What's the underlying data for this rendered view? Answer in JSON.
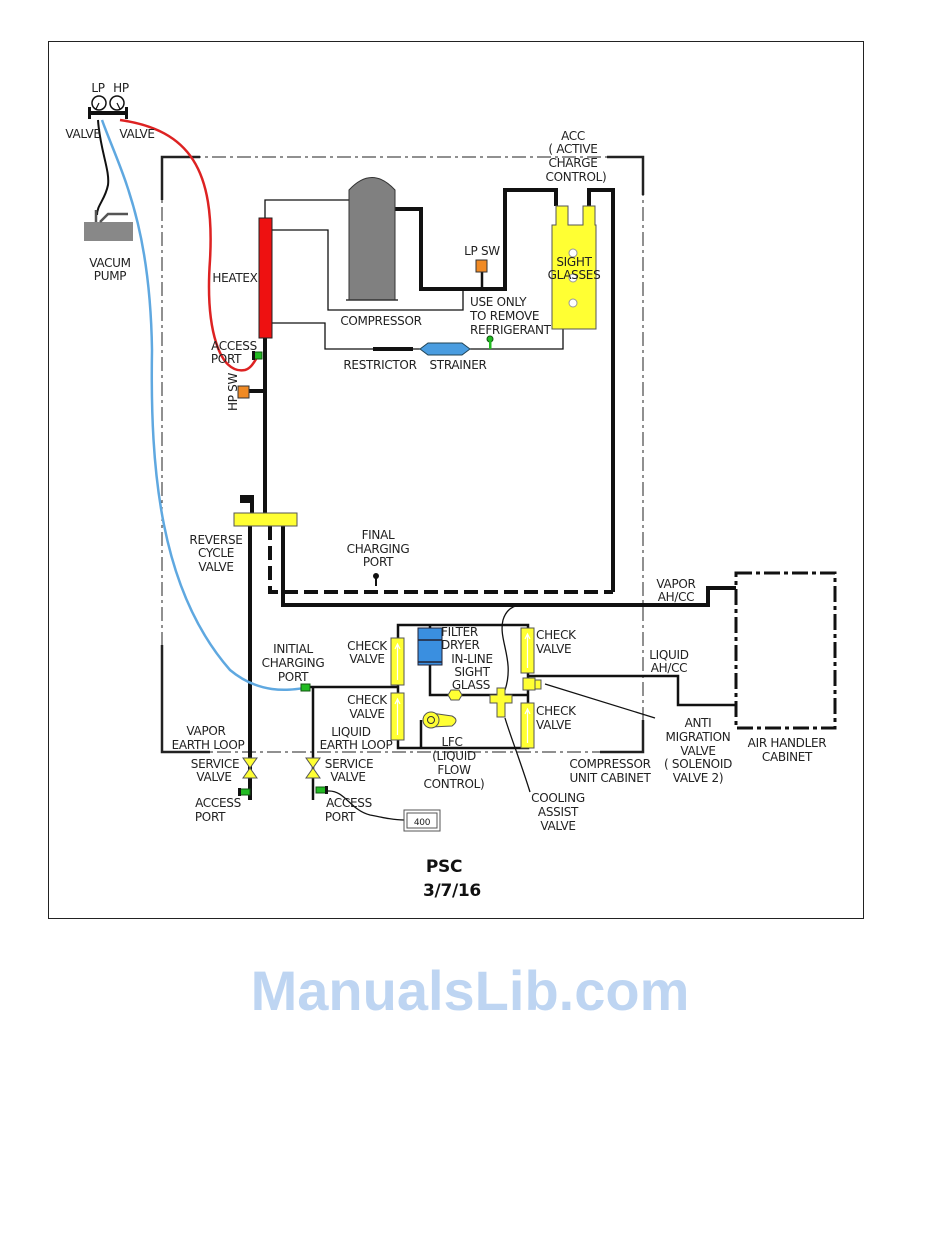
{
  "diagram": {
    "title": "PSC",
    "date": "3/7/16",
    "watermark": "ManualsLib.com",
    "colors": {
      "hot_hose": "#dd2222",
      "cold_hose": "#5fa8e0",
      "valve": "#ffff33",
      "heatex": "#ee1111",
      "strainer": "#4a9de0",
      "filter_dryer": "#3a8fe0",
      "port": "#22bb22",
      "switch": "#f08a24",
      "compressor": "#808080"
    },
    "gauge_box_value": "400"
  },
  "labels": {
    "lp": [
      "LP"
    ],
    "hp": [
      "HP"
    ],
    "lp_valve": [
      "VALVE"
    ],
    "hp_valve": [
      "VALVE"
    ],
    "vacuum_pump": [
      "VACUM",
      "PUMP"
    ],
    "heatex": [
      "HEATEX"
    ],
    "compressor": [
      "COMPRESSOR"
    ],
    "lp_sw": [
      "LP  SW"
    ],
    "use_only": [
      "USE ONLY",
      "TO REMOVE",
      "REFRIGERANT"
    ],
    "acc": [
      "ACC",
      "( ACTIVE",
      "CHARGE",
      "CONTROL)"
    ],
    "sight_glasses": [
      "SIGHT",
      "GLASSES"
    ],
    "restrictor": [
      "RESTRICTOR"
    ],
    "strainer": [
      "STRAINER"
    ],
    "access_port_top": [
      "ACCESS",
      "PORT"
    ],
    "hp_sw": [
      "HP  SW"
    ],
    "reverse_cycle_valve": [
      "REVERSE",
      "CYCLE",
      "VALVE"
    ],
    "final_charging_port": [
      "FINAL",
      "CHARGING",
      "PORT"
    ],
    "vapor_ah_cc": [
      "VAPOR",
      "AH/CC"
    ],
    "initial_charging_port": [
      "INITIAL",
      "CHARGING",
      "PORT"
    ],
    "check_valve_1": [
      "CHECK",
      "VALVE"
    ],
    "check_valve_2": [
      "CHECK",
      "VALVE"
    ],
    "check_valve_3": [
      "CHECK",
      "VALVE"
    ],
    "check_valve_4": [
      "CHECK",
      "VALVE"
    ],
    "filter_dryer": [
      "FILTER",
      "DRYER"
    ],
    "inline_sight_glass": [
      "IN-LINE",
      "SIGHT",
      "GLASS"
    ],
    "liquid_ah_cc": [
      "LIQUID",
      "AH/CC"
    ],
    "vapor_earth_loop": [
      "VAPOR",
      "EARTH LOOP"
    ],
    "liquid_earth_loop": [
      "LIQUID",
      "EARTH LOOP"
    ],
    "lfc": [
      "LFC",
      "(LIQUID",
      "FLOW",
      "CONTROL)"
    ],
    "anti_migration_valve": [
      "ANTI",
      "MIGRATION",
      "VALVE",
      "( SOLENOID",
      "VALVE 2)"
    ],
    "air_handler_cabinet": [
      "AIR HANDLER",
      "CABINET"
    ],
    "compressor_unit_cabinet": [
      "COMPRESSOR",
      "UNIT CABINET"
    ],
    "service_valve_vapor": [
      "SERVICE",
      "VALVE"
    ],
    "service_valve_liquid": [
      "SERVICE",
      "VALVE"
    ],
    "access_port_vapor": [
      "ACCESS",
      "PORT"
    ],
    "access_port_liquid": [
      "ACCESS",
      "PORT"
    ],
    "cooling_assist_valve": [
      "COOLING",
      "ASSIST",
      "VALVE"
    ]
  }
}
